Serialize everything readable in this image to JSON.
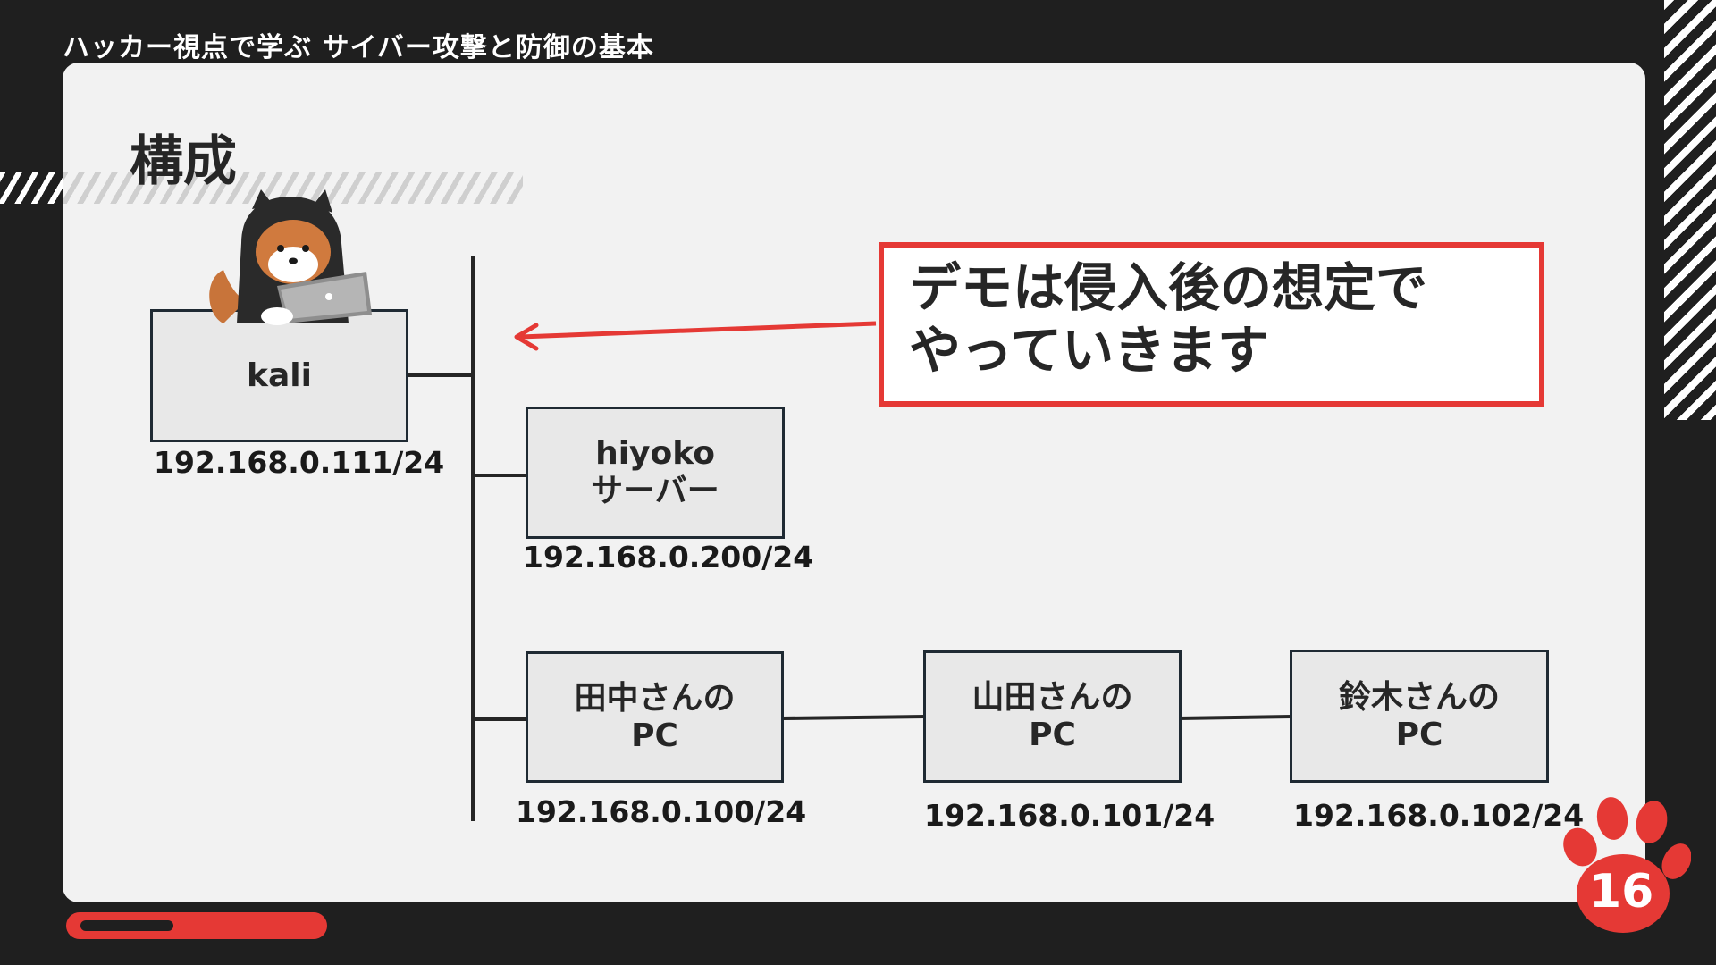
{
  "header": {
    "title": "ハッカー視点で学ぶ サイバー攻撃と防御の基本"
  },
  "slide": {
    "title": "構成",
    "page_number": "16",
    "progress": 0.4
  },
  "colors": {
    "accent": "#e53935",
    "background": "#1f1f1f",
    "panel": "#f2f2f2",
    "node_fill": "#e8e8e8"
  },
  "nodes": {
    "kali": {
      "lines": [
        "kali"
      ],
      "ip": "192.168.0.111/24"
    },
    "hiyoko": {
      "lines": [
        "hiyoko",
        "サーバー"
      ],
      "ip": "192.168.0.200/24"
    },
    "tanaka": {
      "lines": [
        "田中さんの",
        "PC"
      ],
      "ip": "192.168.0.100/24"
    },
    "yamada": {
      "lines": [
        "山田さんの",
        "PC"
      ],
      "ip": "192.168.0.101/24"
    },
    "suzuki": {
      "lines": [
        "鈴木さんの",
        "PC"
      ],
      "ip": "192.168.0.102/24"
    }
  },
  "callout": {
    "lines": [
      "デモは侵入後の想定で",
      "やっていきます"
    ]
  },
  "icons": {
    "mascot": "shiba-hacker-mascot-icon",
    "paw": "paw-icon",
    "arrow": "arrow-left-icon"
  }
}
